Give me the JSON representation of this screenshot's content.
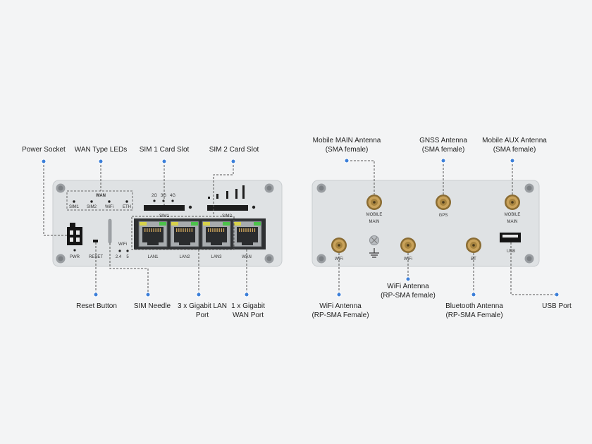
{
  "front_panel": {
    "callouts": {
      "power_socket": "Power Socket",
      "wan_type_leds": "WAN Type LEDs",
      "sim1_slot": "SIM 1 Card Slot",
      "sim2_slot": "SIM 2 Card Slot",
      "reset_button": "Reset Button",
      "sim_needle": "SIM Needle",
      "lan_ports_line1": "3 x Gigabit LAN",
      "lan_ports_line2": "Port",
      "wan_port_line1": "1 x Gigabit",
      "wan_port_line2": "WAN Port"
    },
    "printed": {
      "wan": "WAN",
      "sim1": "SIM1",
      "sim2": "SIM2",
      "wifi": "WiFi",
      "eth": "ETH",
      "net_2g": "2G",
      "net_3g": "3G",
      "net_4g": "4G",
      "sim1_slot": "SIM1",
      "sim2_slot": "SIM2",
      "pwr": "PWR",
      "reset": "RESET",
      "wifi_led": "WiFi",
      "band_24": "2.4",
      "band_5": "5",
      "lan1": "LAN1",
      "lan2": "LAN2",
      "lan3": "LAN3",
      "wan_port": "WAN"
    }
  },
  "back_panel": {
    "callouts": {
      "mobile_main_line1": "Mobile MAIN Antenna",
      "mobile_main_line2": "(SMA female)",
      "gnss_line1": "GNSS Antenna",
      "gnss_line2": "(SMA female)",
      "mobile_aux_line1": "Mobile AUX Antenna",
      "mobile_aux_line2": "(SMA female)",
      "wifi_center_line1": "WiFi Antenna",
      "wifi_center_line2": "(RP-SMA female)",
      "wifi_left_line1": "WiFi Antenna",
      "wifi_left_line2": "(RP-SMA Female)",
      "bluetooth_line1": "Bluetooth Antenna",
      "bluetooth_line2": "(RP-SMA Female)",
      "usb_port": "USB Port"
    },
    "printed": {
      "mobile_main_top": "MOBILE",
      "mobile_main_bottom": "MAIN",
      "gps": "GPS",
      "mobile_aux_top": "MOBILE",
      "mobile_aux_bottom": "MAIN",
      "wifi_left": "WiFi",
      "wifi_center": "WiFi",
      "bt": "BT",
      "usb": "USB"
    }
  },
  "colors": {
    "background": "#f3f4f5",
    "device_body": "#dfe2e4",
    "leader_line": "#555555",
    "callout_dot": "#3b7fd9",
    "connector_gold": "#c9a25a",
    "port_led_yellow": "#d7d24a",
    "port_led_green": "#4cc24a"
  }
}
